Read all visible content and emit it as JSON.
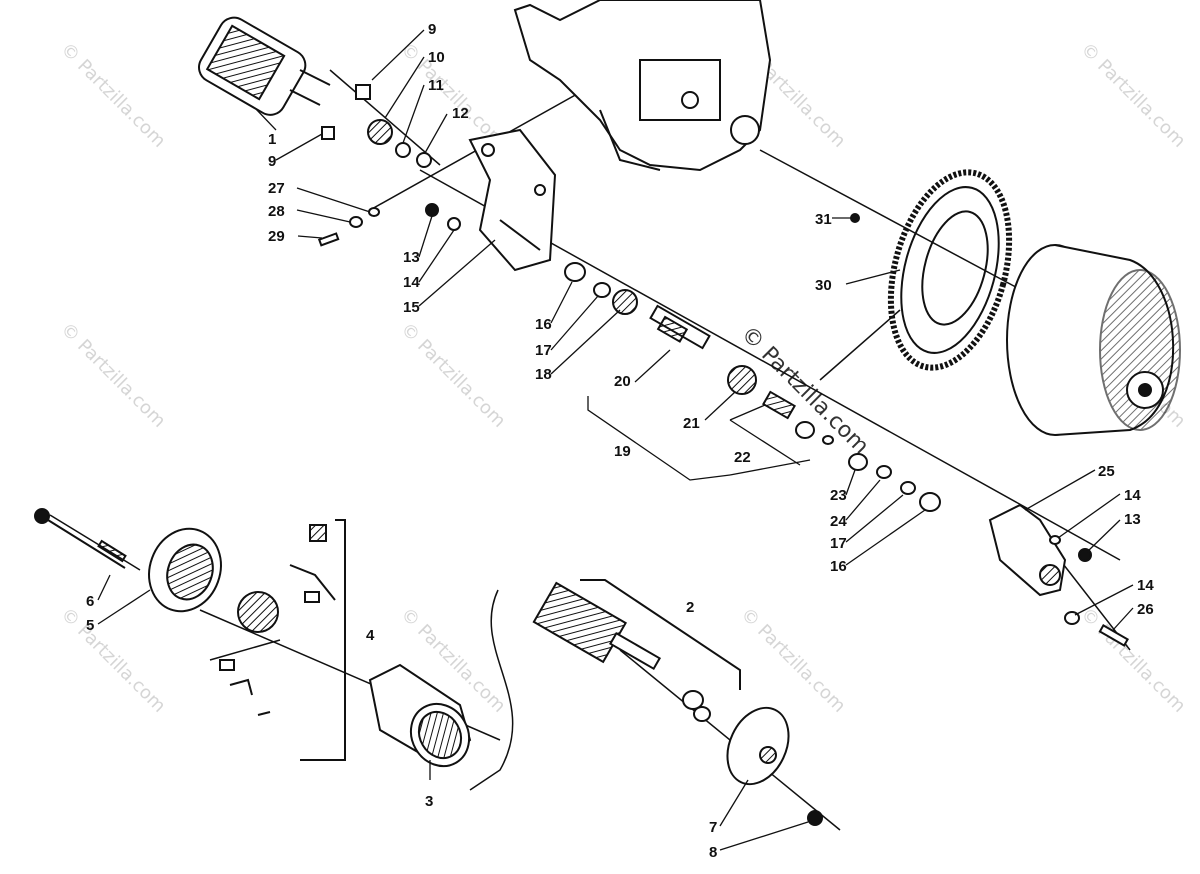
{
  "watermark": "© Partzilla.com",
  "callouts": [
    "1",
    "2",
    "3",
    "4",
    "5",
    "6",
    "7",
    "8",
    "9",
    "9",
    "10",
    "11",
    "12",
    "13",
    "13",
    "14",
    "14",
    "14",
    "15",
    "16",
    "16",
    "17",
    "17",
    "18",
    "19",
    "20",
    "21",
    "22",
    "23",
    "24",
    "25",
    "26",
    "27",
    "28",
    "29",
    "30",
    "31"
  ],
  "colors": {
    "ink": "#111111",
    "paper": "#ffffff",
    "watermark": "#c8c8c8"
  }
}
